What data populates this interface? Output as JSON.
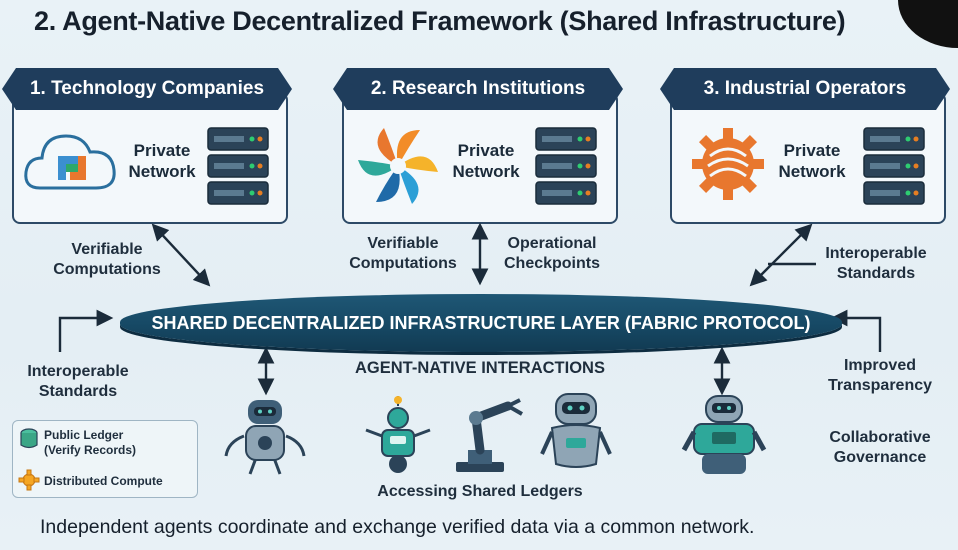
{
  "title": "2. Agent-Native Decentralized Framework (Shared Infrastructure)",
  "nodes": [
    {
      "banner": "1. Technology Companies",
      "network_label_1": "Private",
      "network_label_2": "Network"
    },
    {
      "banner": "2. Research Institutions",
      "network_label_1": "Private",
      "network_label_2": "Network"
    },
    {
      "banner": "3. Industrial Operators",
      "network_label_1": "Private",
      "network_label_2": "Network"
    }
  ],
  "connections": {
    "left_1": "Verifiable",
    "left_2": "Computations",
    "mid_left_1": "Verifiable",
    "mid_left_2": "Computations",
    "mid_right_1": "Operational",
    "mid_right_2": "Checkpoints",
    "right_1": "Interoperable",
    "right_2": "Standards"
  },
  "infrastructure_layer": "SHARED DECENTRALIZED INFRASTRUCTURE LAYER (FABRIC PROTOCOL)",
  "side_left": {
    "line1": "Interoperable",
    "line2": "Standards"
  },
  "side_right": {
    "line1": "Improved",
    "line2": "Transparency",
    "line3": "Collaborative",
    "line4": "Governance"
  },
  "interactions_label": "AGENT-NATIVE INTERACTIONS",
  "ledger_label": "Accessing Shared Ledgers",
  "legend": {
    "item1_line1": "Public Ledger",
    "item1_line2": "(Verify Records)",
    "item2": "Distributed Compute"
  },
  "footer": "Independent agents coordinate and exchange verified data via a common network.",
  "colors": {
    "navy": "#1f3d5c",
    "layer": "#174a66",
    "teal": "#2ea89a",
    "orange": "#e8772e",
    "bg": "#e6f0f5"
  }
}
